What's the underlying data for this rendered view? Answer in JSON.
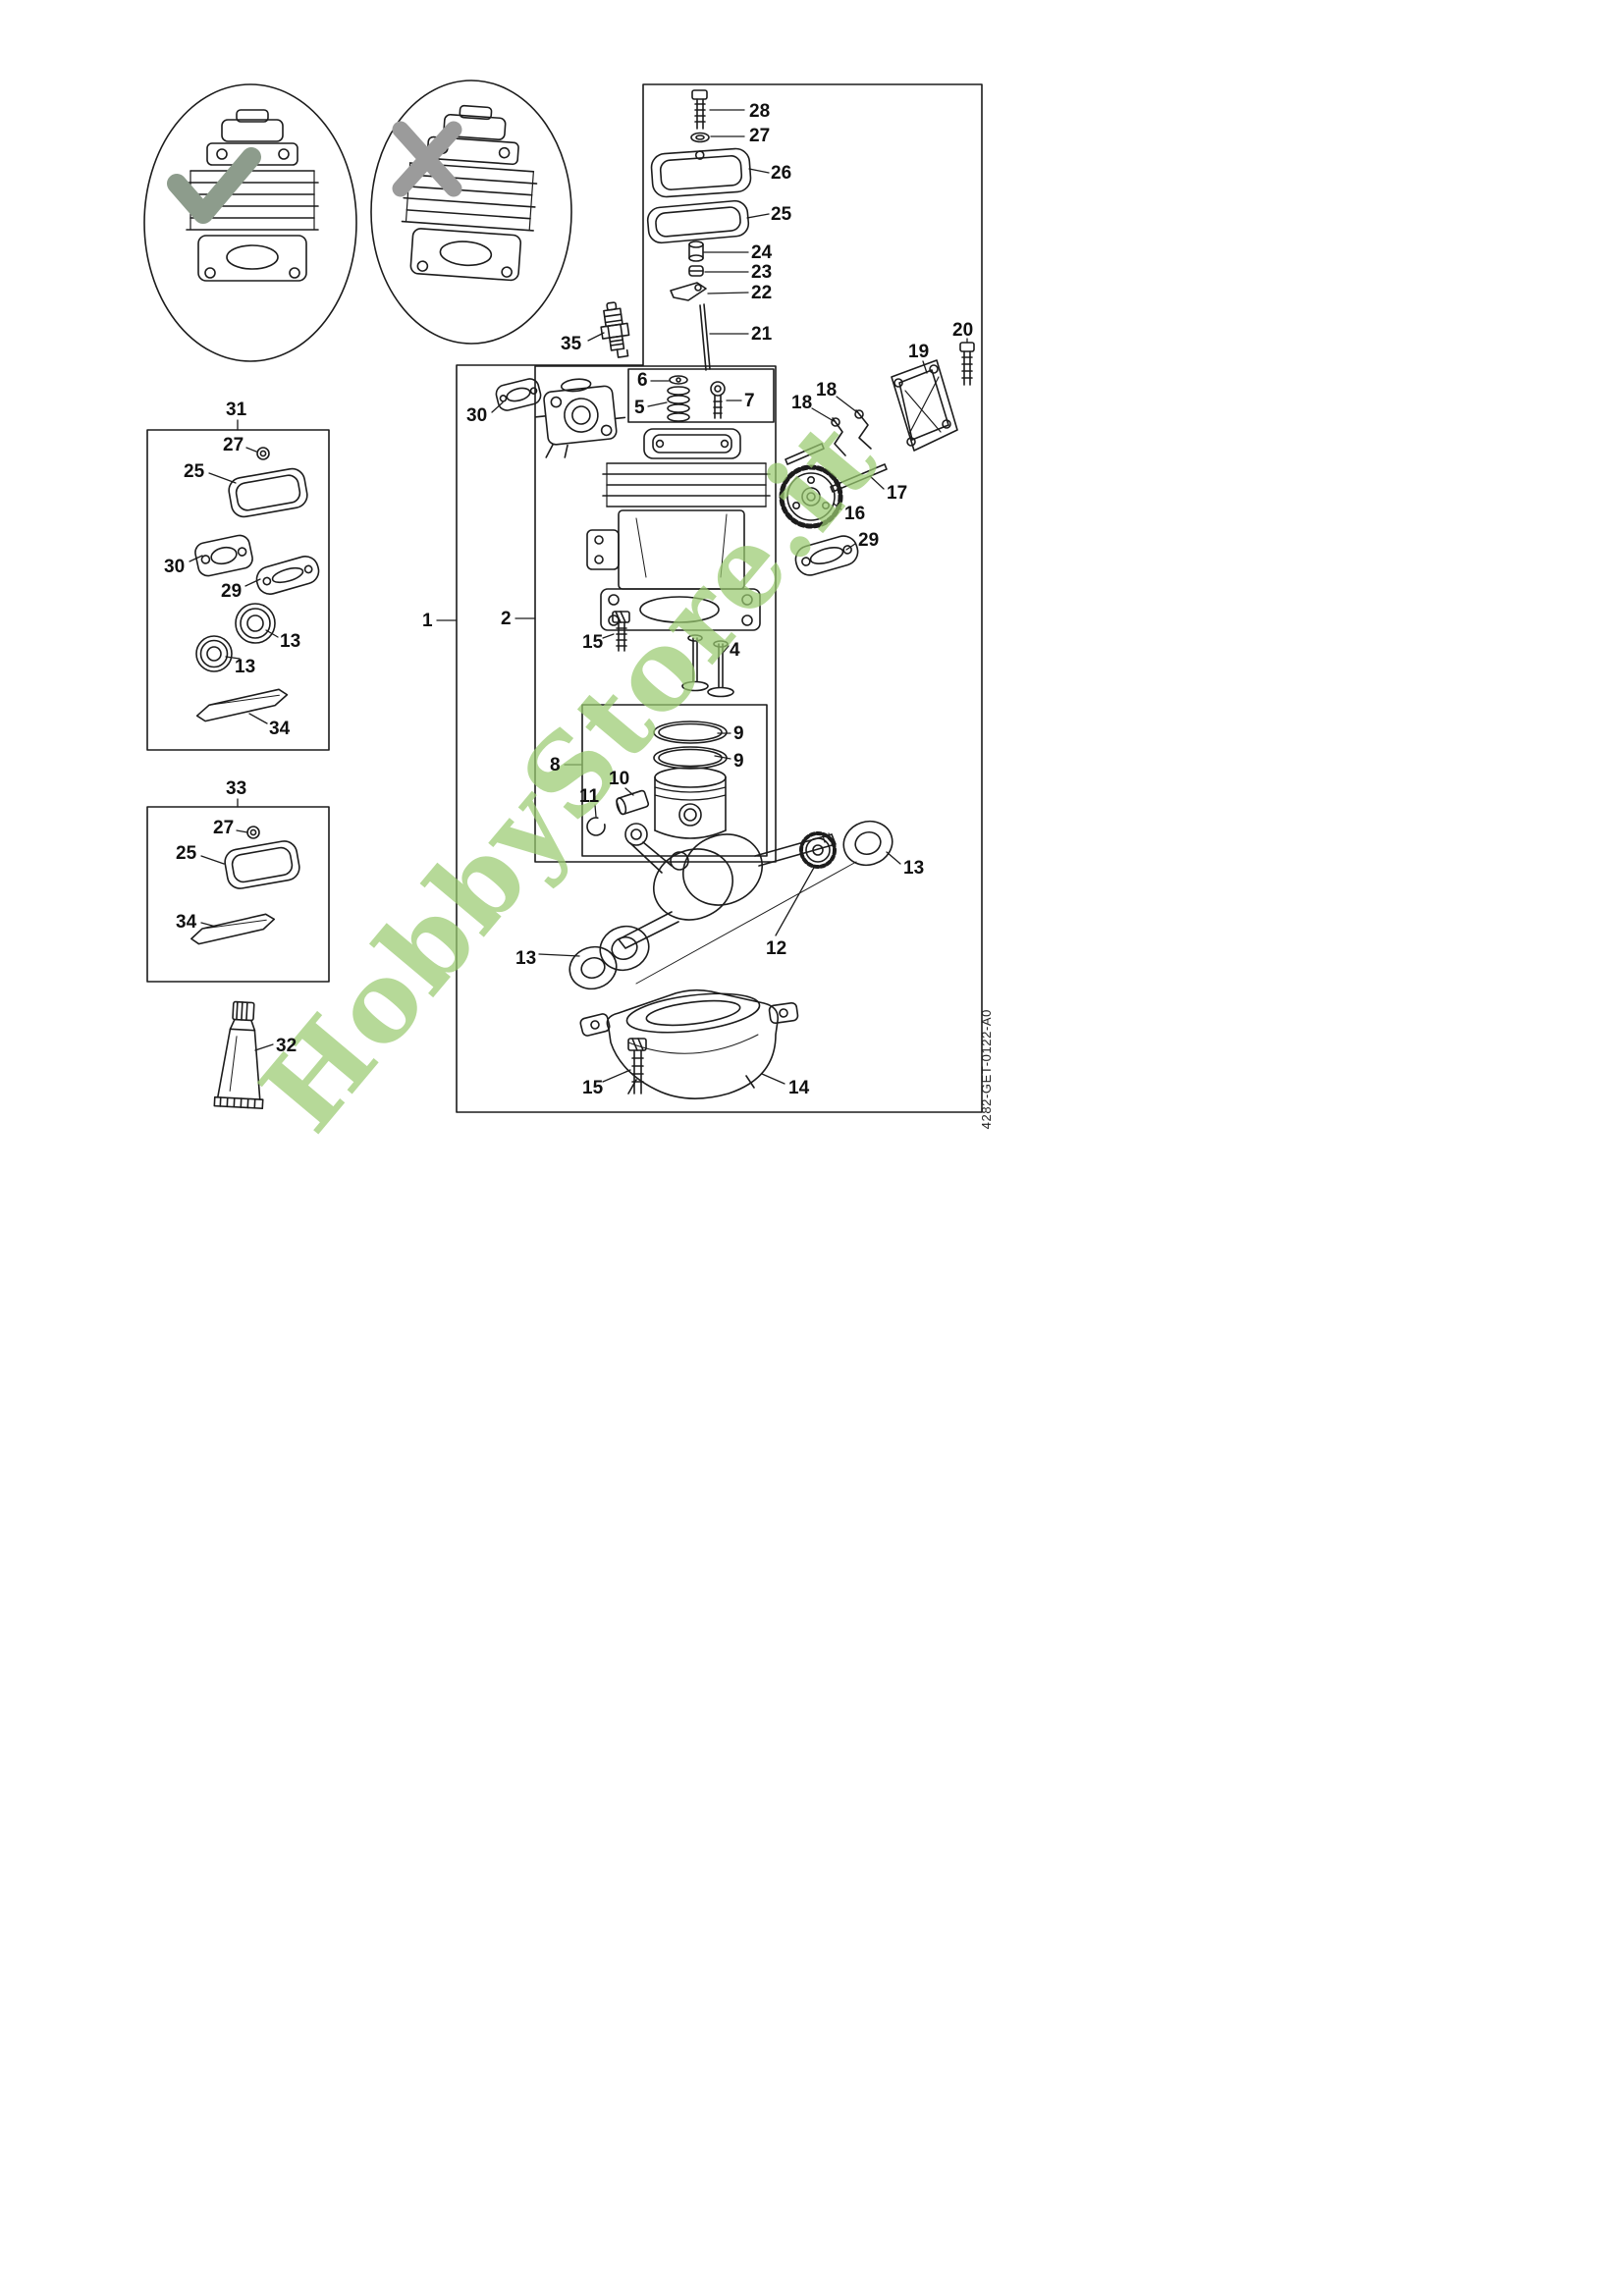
{
  "document": {
    "watermark": "HobbyStore.it",
    "doc_code": "4282-GET-0122-A0"
  },
  "colors": {
    "line": "#1c1c1c",
    "watermark_green": "#9aca70",
    "check_mark": "#8d9c8c",
    "cross_mark": "#9b9b9b",
    "background": "#ffffff"
  },
  "callouts": {
    "c28": "28",
    "c27a": "27",
    "c26": "26",
    "c25a": "25",
    "c24": "24",
    "c23": "23",
    "c22": "22",
    "c21": "21",
    "c20": "20",
    "c19": "19",
    "c18a": "18",
    "c18b": "18",
    "c35": "35",
    "c30a": "30",
    "c6": "6",
    "c5": "5",
    "c7": "7",
    "c1": "1",
    "c2": "2",
    "c15a": "15",
    "c4": "4",
    "c16": "16",
    "c17": "17",
    "c29a": "29",
    "c8": "8",
    "c9a": "9",
    "c9b": "9",
    "c10": "10",
    "c11": "11",
    "c13a": "13",
    "c12": "12",
    "c13b": "13",
    "c14": "14",
    "c15b": "15",
    "c31": "31",
    "c27b": "27",
    "c25b": "25",
    "c30b": "30",
    "c29b": "29",
    "c13c": "13",
    "c13d": "13",
    "c34a": "34",
    "c33": "33",
    "c27c": "27",
    "c25c": "25",
    "c34b": "34",
    "c32": "32"
  }
}
